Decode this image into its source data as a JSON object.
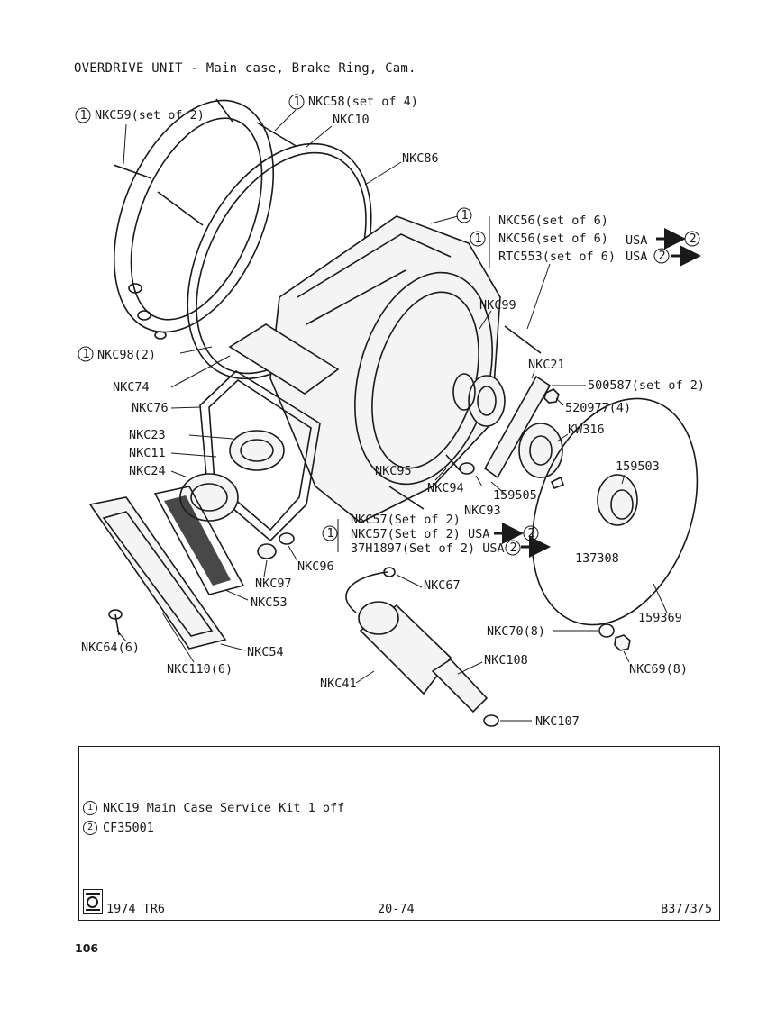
{
  "document": {
    "title": "OVERDRIVE UNIT - Main case, Brake Ring, Cam.",
    "page_number": "106"
  },
  "labels": {
    "nkc59": "NKC59(set of 2)",
    "nkc58": "NKC58(set of 4)",
    "nkc10": "NKC10",
    "nkc86": "NKC86",
    "nkc56_a": "NKC56(set of 6)",
    "nkc56_b": "NKC56(set of 6)",
    "rtc553": "RTC553(set of 6)",
    "usa1": "USA",
    "usa2": "USA",
    "nkc99": "NKC99",
    "nkc98": "NKC98(2)",
    "nkc21": "NKC21",
    "p500587": "500587(set of 2)",
    "p520977": "520977(4)",
    "nkc74": "NKC74",
    "nkc76": "NKC76",
    "kw316": "KW316",
    "nkc23": "NKC23",
    "nkc11": "NKC11",
    "p159503": "159503",
    "nkc24": "NKC24",
    "nkc95": "NKC95",
    "nkc94": "NKC94",
    "p159505": "159505",
    "nkc93": "NKC93",
    "nkc57_a": "NKC57(Set of 2)",
    "nkc57_b": "NKC57(Set of 2) USA",
    "h37h1897": "37H1897(Set of 2) USA",
    "p137308": "137308",
    "nkc97": "NKC97",
    "nkc96": "NKC96",
    "nkc67": "NKC67",
    "nkc53": "NKC53",
    "p159369": "159369",
    "nkc70": "NKC70(8)",
    "nkc64": "NKC64(6)",
    "nkc54": "NKC54",
    "nkc108": "NKC108",
    "nkc69": "NKC69(8)",
    "nkc110": "NKC110(6)",
    "nkc41": "NKC41",
    "nkc107": "NKC107"
  },
  "callouts": {
    "one": "1",
    "two": "2"
  },
  "notes": [
    {
      "marker": "1",
      "text": "NKC19  Main Case Service Kit 1 off"
    },
    {
      "marker": "2",
      "text": "CF35001"
    }
  ],
  "footer": {
    "model": "1974 TR6",
    "page_ref": "20-74",
    "code": "B3773/5"
  },
  "icons": [
    "british-leyland-logo",
    "circled-number-icon",
    "arrow-right-icon"
  ]
}
